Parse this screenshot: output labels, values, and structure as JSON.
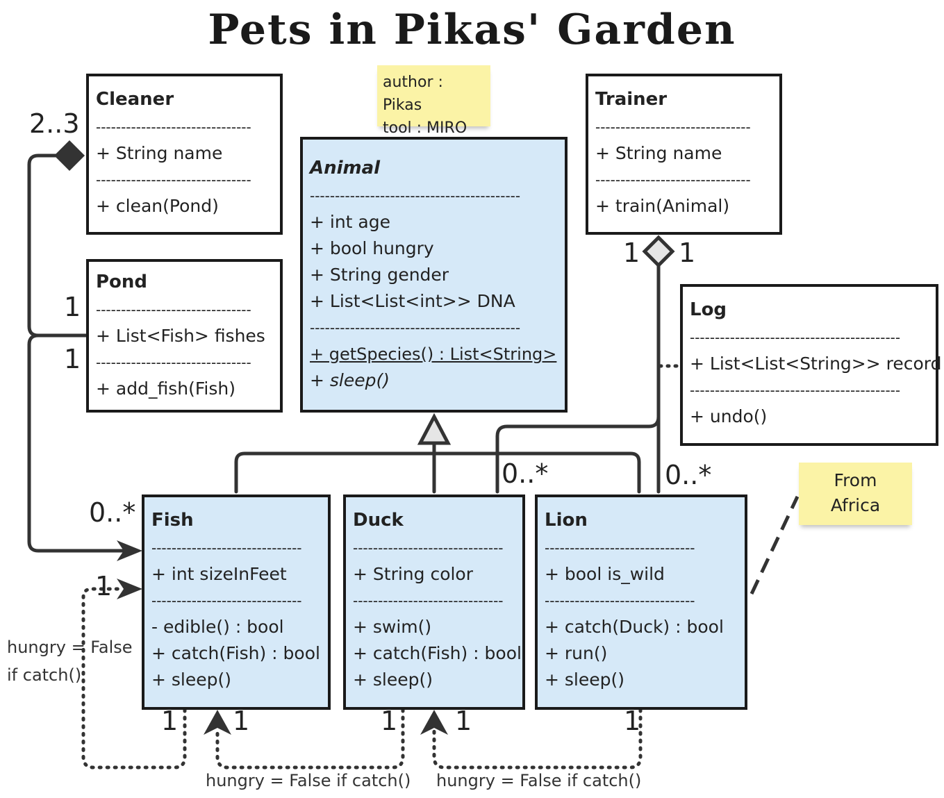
{
  "title": "Pets in Pikas' Garden",
  "sticky_author": {
    "line1": "author : Pikas",
    "line2": "tool : MIRO"
  },
  "sticky_africa": {
    "line1": "From",
    "line2": "Africa"
  },
  "classes": {
    "cleaner": {
      "name": "Cleaner",
      "sep": "-------------------------------",
      "attr1": "+ String name",
      "op1": "+ clean(Pond)"
    },
    "pond": {
      "name": "Pond",
      "sep": "-------------------------------",
      "attr1": "+ List<Fish> fishes",
      "op1": "+ add_fish(Fish)"
    },
    "animal": {
      "name": "Animal",
      "sep": "------------------------------------------",
      "attr1": "+ int age",
      "attr2": "+ bool hungry",
      "attr3": "+ String gender",
      "attr4": "+ List<List<int>> DNA",
      "op1": "+ getSpecies() : List<String>",
      "op2": "+ sleep()"
    },
    "trainer": {
      "name": "Trainer",
      "sep": "-------------------------------",
      "attr1": "+ String name",
      "op1": "+ train(Animal)"
    },
    "log": {
      "name": "Log",
      "sep": "------------------------------------------",
      "attr1": "+ List<List<String>> record",
      "op1": "+ undo()"
    },
    "fish": {
      "name": "Fish",
      "sep": "------------------------------",
      "attr1": "+ int sizeInFeet",
      "op1": "- edible() : bool",
      "op2": "+ catch(Fish) : bool",
      "op3": "+ sleep()"
    },
    "duck": {
      "name": "Duck",
      "sep": "------------------------------",
      "attr1": "+ String color",
      "op1": "+ swim()",
      "op2": "+ catch(Fish) : bool",
      "op3": "+ sleep()"
    },
    "lion": {
      "name": "Lion",
      "sep": "------------------------------",
      "attr1": "+ bool is_wild",
      "op1": "+ catch(Duck) : bool",
      "op2": "+ run()",
      "op3": "+ sleep()"
    }
  },
  "multiplicities": {
    "cleaner_2_3": "2..3",
    "pond_1_top": "1",
    "pond_1_bottom": "1",
    "fish_0_many": "0..*",
    "fish_1": "1",
    "trainer_1_left": "1",
    "trainer_1_right": "1",
    "duck_0_many": "0..*",
    "lion_0_many": "0..*",
    "fish_bottom_1": "1",
    "fish_bottom_1b": "1",
    "duck_bottom_1": "1",
    "duck_bottom_1b": "1",
    "lion_bottom_1": "1"
  },
  "notes": {
    "fish_self_line1": "hungry = False",
    "fish_self_line2": "if catch()",
    "duck_fish": "hungry = False if catch()",
    "lion_duck": "hungry = False if catch()"
  }
}
